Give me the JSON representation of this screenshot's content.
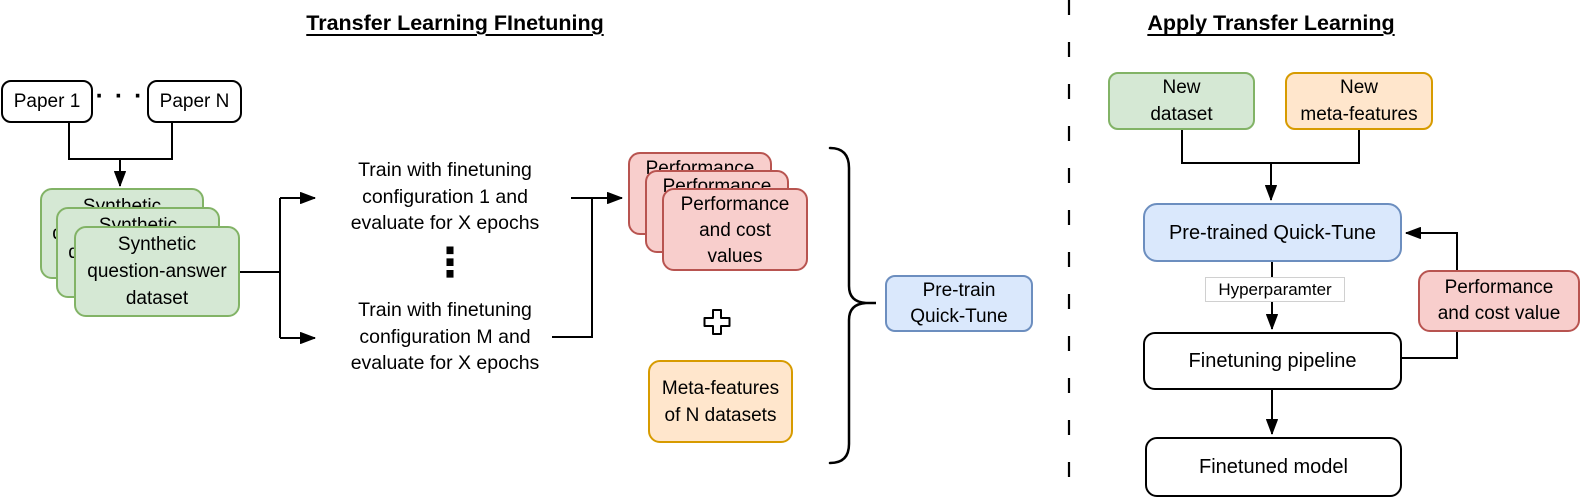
{
  "diagram": {
    "left": {
      "title": "Transfer Learning FInetuning",
      "papers": {
        "first": "Paper 1",
        "ellipsis": "· · ·",
        "last": "Paper N"
      },
      "synthetic_dataset": {
        "line1": "Synthetic",
        "line2": "question-answer",
        "line3": "dataset"
      },
      "train_top": {
        "line1": "Train with finetuning",
        "line2": "configuration 1 and",
        "line3": "evaluate for X epochs"
      },
      "vertical_ellipsis": "⋮",
      "train_bottom": {
        "line1": "Train with finetuning",
        "line2": "configuration M and",
        "line3": "evaluate for X epochs"
      },
      "performance_stack": {
        "line1": "Performance",
        "line2": "and cost",
        "line3": "values"
      },
      "meta_features": {
        "line1": "Meta-features",
        "line2": "of N datasets"
      },
      "pretrain_quicktune": {
        "line1": "Pre-train",
        "line2": "Quick-Tune"
      }
    },
    "right": {
      "title": "Apply Transfer Learning",
      "new_dataset": {
        "line1": "New",
        "line2": "dataset"
      },
      "new_meta_features": {
        "line1": "New",
        "line2": "meta-features"
      },
      "pretrained_quicktune": "Pre-trained Quick-Tune",
      "hyperparameter_label": "Hyperparamter",
      "finetuning_pipeline": "Finetuning pipeline",
      "performance_cost": {
        "line1": "Performance",
        "line2": "and cost value"
      },
      "finetuned_model": "Finetuned model"
    },
    "icons": {
      "plus": "plus-outline"
    },
    "colors": {
      "green_fill": "#d5e8d4",
      "green_stroke": "#82b366",
      "orange_fill": "#ffe6cc",
      "orange_stroke": "#d79b00",
      "red_fill": "#f8cecc",
      "red_stroke": "#b85450",
      "blue_fill": "#dae8fc",
      "blue_stroke": "#6c8ebf",
      "box_stroke": "#000000",
      "connector": "#000000",
      "background": "#ffffff"
    }
  }
}
